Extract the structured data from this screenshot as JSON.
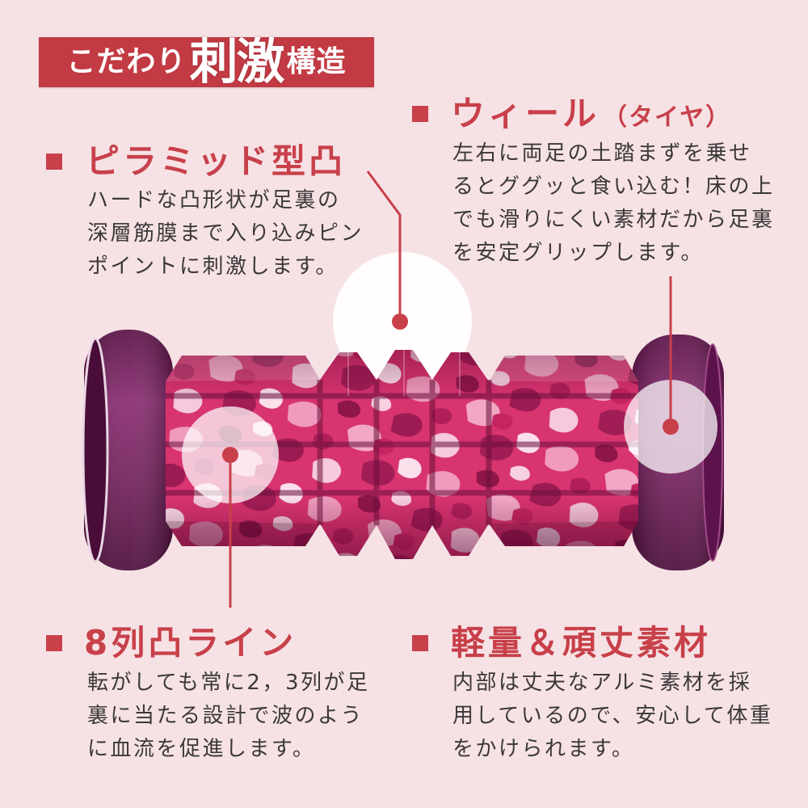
{
  "colors": {
    "background": "#f6e2e5",
    "accent": "#c8404a",
    "badge": "#c23a43",
    "text": "#3b3838",
    "wheel": "#6d1b55",
    "roller": "#d8346f"
  },
  "icons": {
    "bullet": "square-bullet-icon",
    "callout_marker": "red-dot-icon"
  },
  "badge": {
    "prefix": "こだわり",
    "emphasis": "刺激",
    "suffix": "構造"
  },
  "sections": {
    "pyramid": {
      "heading": "ピラミッド型凸",
      "lines": [
        "ハードな凸形状が足裏の",
        "深層筋膜まで入り込みピン",
        "ポイントに刺激します。"
      ]
    },
    "wheel": {
      "heading": "ウィール",
      "heading_sub": "（タイヤ）",
      "lines": [
        "左右に両足の土踏まずを乗せ",
        "るとググッと食い込む！床の上",
        "でも滑りにくい素材だから足裏",
        "を安定グリップします。"
      ]
    },
    "rows": {
      "heading": "8列凸ライン",
      "lines": [
        "転がしても常に2，3列が足",
        "裏に当たる設計で波のよう",
        "に血流を促進します。"
      ]
    },
    "material": {
      "heading": "軽量＆頑丈素材",
      "lines": [
        "内部は丈夫なアルミ素材を採",
        "用しているので、安心して体重",
        "をかけられます。"
      ]
    }
  }
}
